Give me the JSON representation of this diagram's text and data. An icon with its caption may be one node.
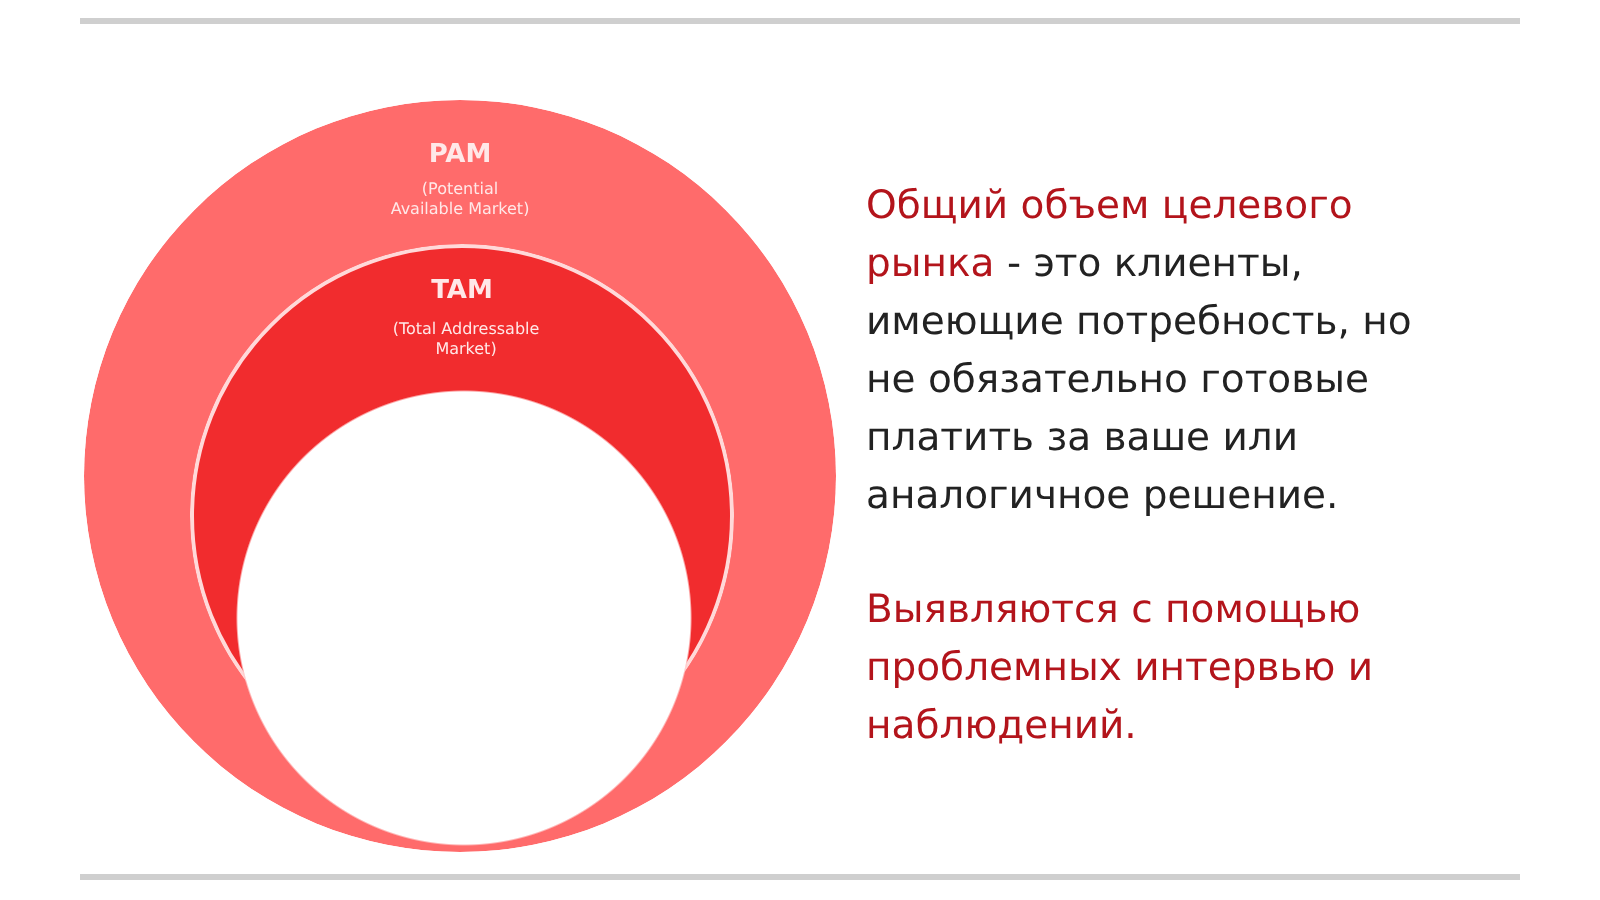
{
  "diagram": {
    "nodes": [
      {
        "text": [
          "PAM",
          "(Potential Available Market)"
        ]
      },
      {
        "text": [
          "TAM",
          "(Total Addressable Market)"
        ],
        "in": 0
      }
    ],
    "labels": [
      "**Общий объем целевого рынка** - это клиенты, имеющие потребность, но не обязательно готовые платить за ваше или аналогичное решение.",
      "Выявляются с помощью проблемных интервью и наблюдений."
    ]
  }
}
